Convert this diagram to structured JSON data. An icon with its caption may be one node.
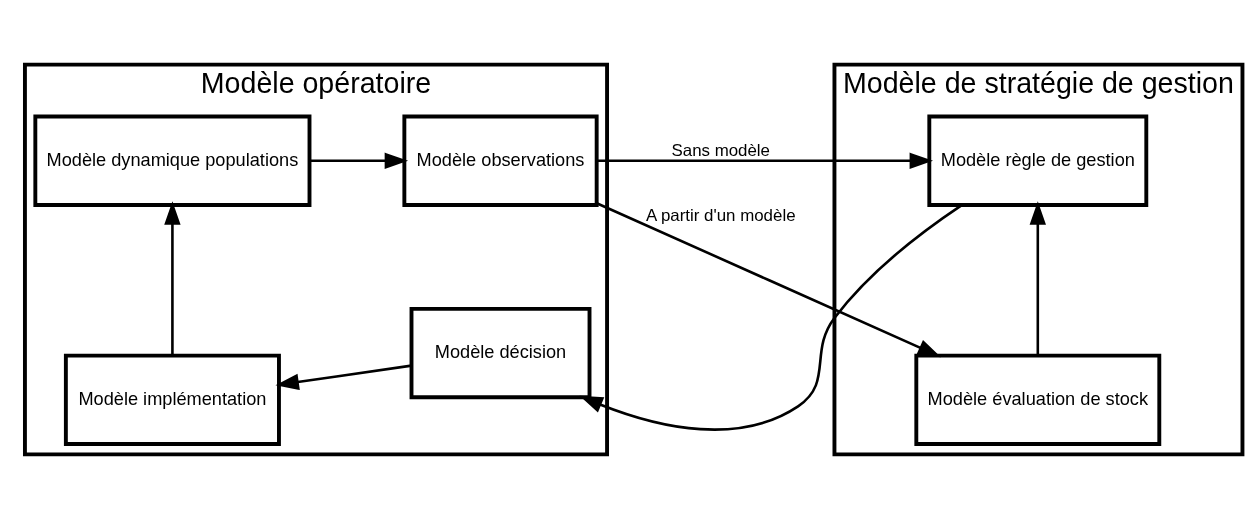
{
  "diagram": {
    "nodes": [
      {
        "text": [
          "Modèle opératoire"
        ]
      },
      {
        "text": [
          "Modèle dynamique populations"
        ],
        "in": 0
      },
      {
        "text": [
          "Modèle observations"
        ],
        "in": 0
      },
      {
        "text": [
          "Modèle implémentation"
        ],
        "in": 0
      },
      {
        "text": [
          "Modèle décision"
        ],
        "in": 0
      },
      {
        "text": [
          "Modèle de stratégie de gestion"
        ]
      },
      {
        "text": [
          "Modèle évaluation de stock"
        ],
        "in": 5
      },
      {
        "text": [
          "Modèle règle de gestion"
        ],
        "in": 5
      }
    ],
    "edges": [
      {
        "from": 1,
        "to": 2,
        "arrow": "to"
      },
      {
        "from": 2,
        "to": 6,
        "arrow": "to",
        "label": "A partir d'un modèle"
      },
      {
        "from": 2,
        "to": 7,
        "arrow": "to",
        "label": "Sans modèle"
      },
      {
        "from": 6,
        "to": 7,
        "arrow": "to"
      },
      {
        "from": 7,
        "to": 4,
        "arrow": "to"
      },
      {
        "from": 4,
        "to": 3,
        "arrow": "to"
      },
      {
        "from": 3,
        "to": 1,
        "arrow": "to"
      }
    ]
  }
}
